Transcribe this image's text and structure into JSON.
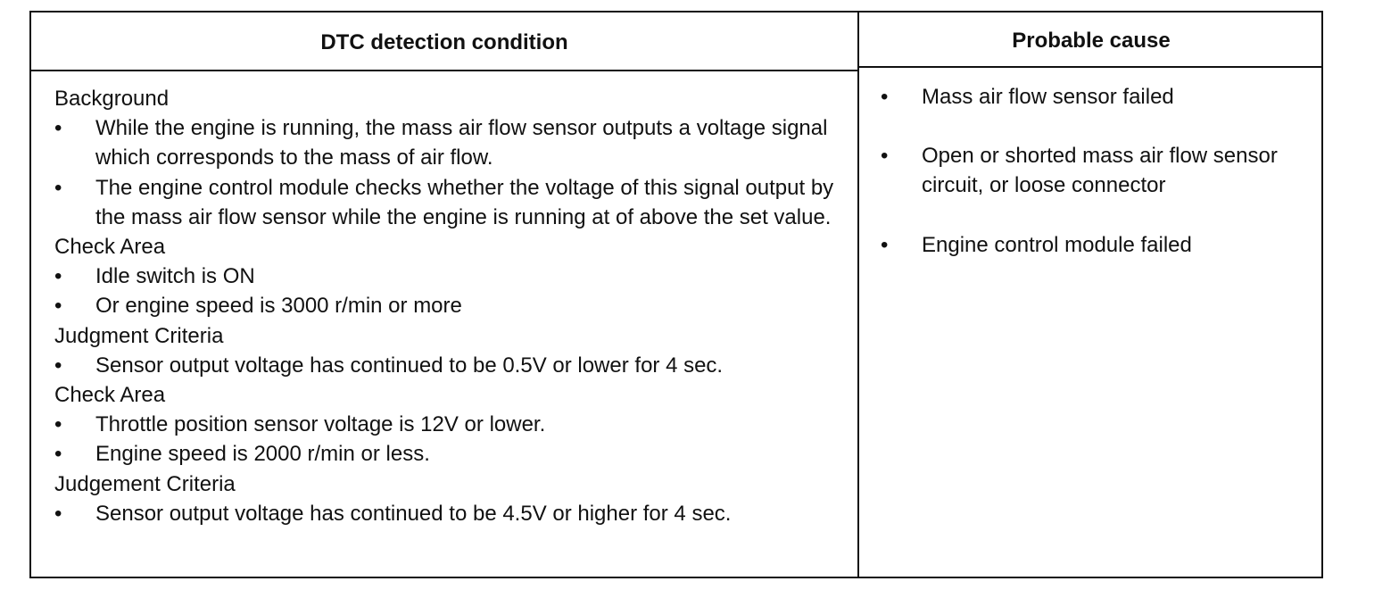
{
  "table": {
    "headers": {
      "condition": "DTC detection condition",
      "cause": "Probable cause"
    },
    "bullet_symbol": "•",
    "condition_sections": [
      {
        "title": "Background",
        "items": [
          "While the engine is running, the mass air flow sensor outputs a voltage signal which corresponds to the mass of air flow.",
          "The engine control module checks whether the voltage of this signal output by the mass air flow sensor while the engine is running at of above the set value."
        ]
      },
      {
        "title": "Check Area",
        "items": [
          "Idle switch is ON",
          "Or engine speed is 3000 r/min or more"
        ]
      },
      {
        "title": "Judgment Criteria",
        "items": [
          "Sensor output voltage has continued to be 0.5V or lower for 4 sec."
        ]
      },
      {
        "title": "Check Area",
        "items": [
          "Throttle position sensor voltage is 12V or lower.",
          "Engine speed is 2000 r/min or less."
        ]
      },
      {
        "title": "Judgement Criteria",
        "items": [
          "Sensor output voltage has continued to be 4.5V or higher for 4 sec."
        ]
      }
    ],
    "probable_causes": [
      "Mass air flow sensor failed",
      "Open or shorted mass air flow sensor circuit, or loose connector",
      "Engine control module failed"
    ]
  }
}
